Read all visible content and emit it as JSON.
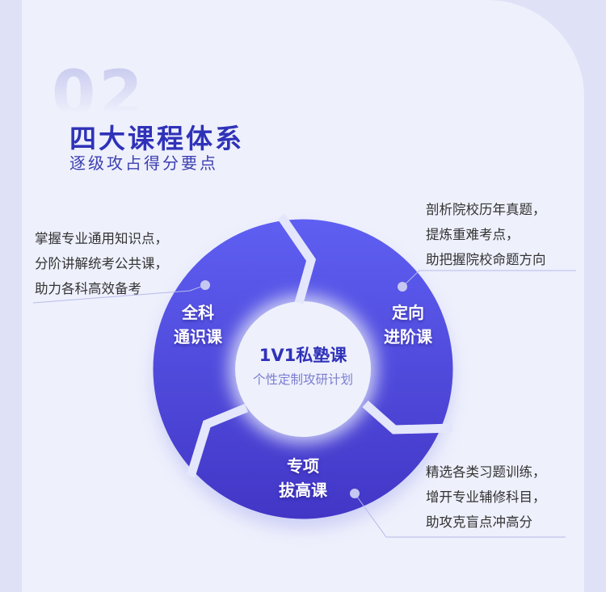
{
  "header": {
    "number": "02",
    "title": "四大课程体系",
    "subtitle": "逐级攻占得分要点"
  },
  "center": {
    "title": "1V1私塾课",
    "subtitle": "个性定制攻研计划"
  },
  "segments": [
    {
      "label_line1": "全科",
      "label_line2": "通识课",
      "note": "掌握专业通用知识点，\n分阶讲解统考公共课，\n助力各科高效备考"
    },
    {
      "label_line1": "定向",
      "label_line2": "进阶课",
      "note": "剖析院校历年真题，\n提炼重难考点，\n助把握院校命题方向"
    },
    {
      "label_line1": "专项",
      "label_line2": "拔高课",
      "note": "精选各类习题训练，\n增开专业辅修科目，\n助攻克盲点冲高分"
    }
  ],
  "colors": {
    "ring_top": "#5c5cf0",
    "ring_bottom": "#4338c8",
    "title": "#2f32b8"
  }
}
